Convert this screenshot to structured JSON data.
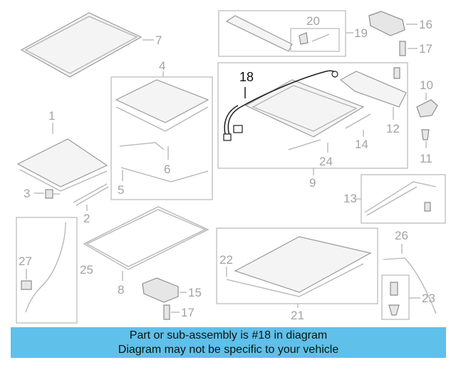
{
  "callouts": {
    "c1": "1",
    "c2": "2",
    "c3": "3",
    "c4": "4",
    "c5": "5",
    "c6": "6",
    "c7": "7",
    "c8": "8",
    "c9": "9",
    "c10": "10",
    "c11": "11",
    "c12": "12",
    "c13": "13",
    "c14": "14",
    "c15": "15",
    "c16": "16",
    "c17a": "17",
    "c17b": "17",
    "c18": "18",
    "c19": "19",
    "c20": "20",
    "c21": "21",
    "c22": "22",
    "c23": "23",
    "c24": "24",
    "c25": "25",
    "c26": "26",
    "c27": "27"
  },
  "highlight": {
    "part": "18",
    "color": "#1d1d1d"
  },
  "banner": {
    "line1": "Part or sub-assembly is #18 in diagram",
    "line2": "Diagram may not be specific to your vehicle",
    "background": "#5fc0ea"
  },
  "colors": {
    "drawing": "#9a9a9a",
    "label": "#a3a3a3"
  }
}
